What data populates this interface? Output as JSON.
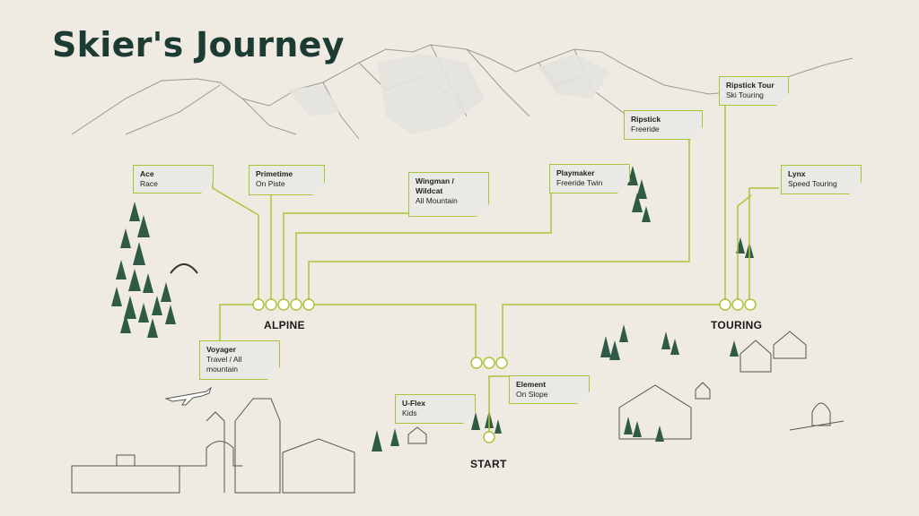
{
  "title": "Skier's Journey",
  "hubs": {
    "alpine": "ALPINE",
    "touring": "TOURING",
    "start": "START"
  },
  "skis": [
    {
      "key": "ace",
      "name": "Ace",
      "type": "Race"
    },
    {
      "key": "primetime",
      "name": "Primetime",
      "type": "On Piste"
    },
    {
      "key": "wingman",
      "name": "Wingman / Wildcat",
      "type": "All Mountain"
    },
    {
      "key": "playmaker",
      "name": "Playmaker",
      "type": "Freeride Twin"
    },
    {
      "key": "ripstick",
      "name": "Ripstick",
      "type": "Freeride"
    },
    {
      "key": "ripstick-tour",
      "name": "Ripstick Tour",
      "type": "Ski Touring"
    },
    {
      "key": "lynx",
      "name": "Lynx",
      "type": "Speed Touring"
    },
    {
      "key": "voyager",
      "name": "Voyager",
      "type": "Travel / All mountain"
    },
    {
      "key": "element",
      "name": "Element",
      "type": "On Slope"
    },
    {
      "key": "u-flex",
      "name": "U-Flex",
      "type": "Kids"
    }
  ],
  "colors": {
    "route": "#aac43a",
    "title": "#1b3b33",
    "tree": "#2f5a45",
    "background": "#efebe2"
  }
}
